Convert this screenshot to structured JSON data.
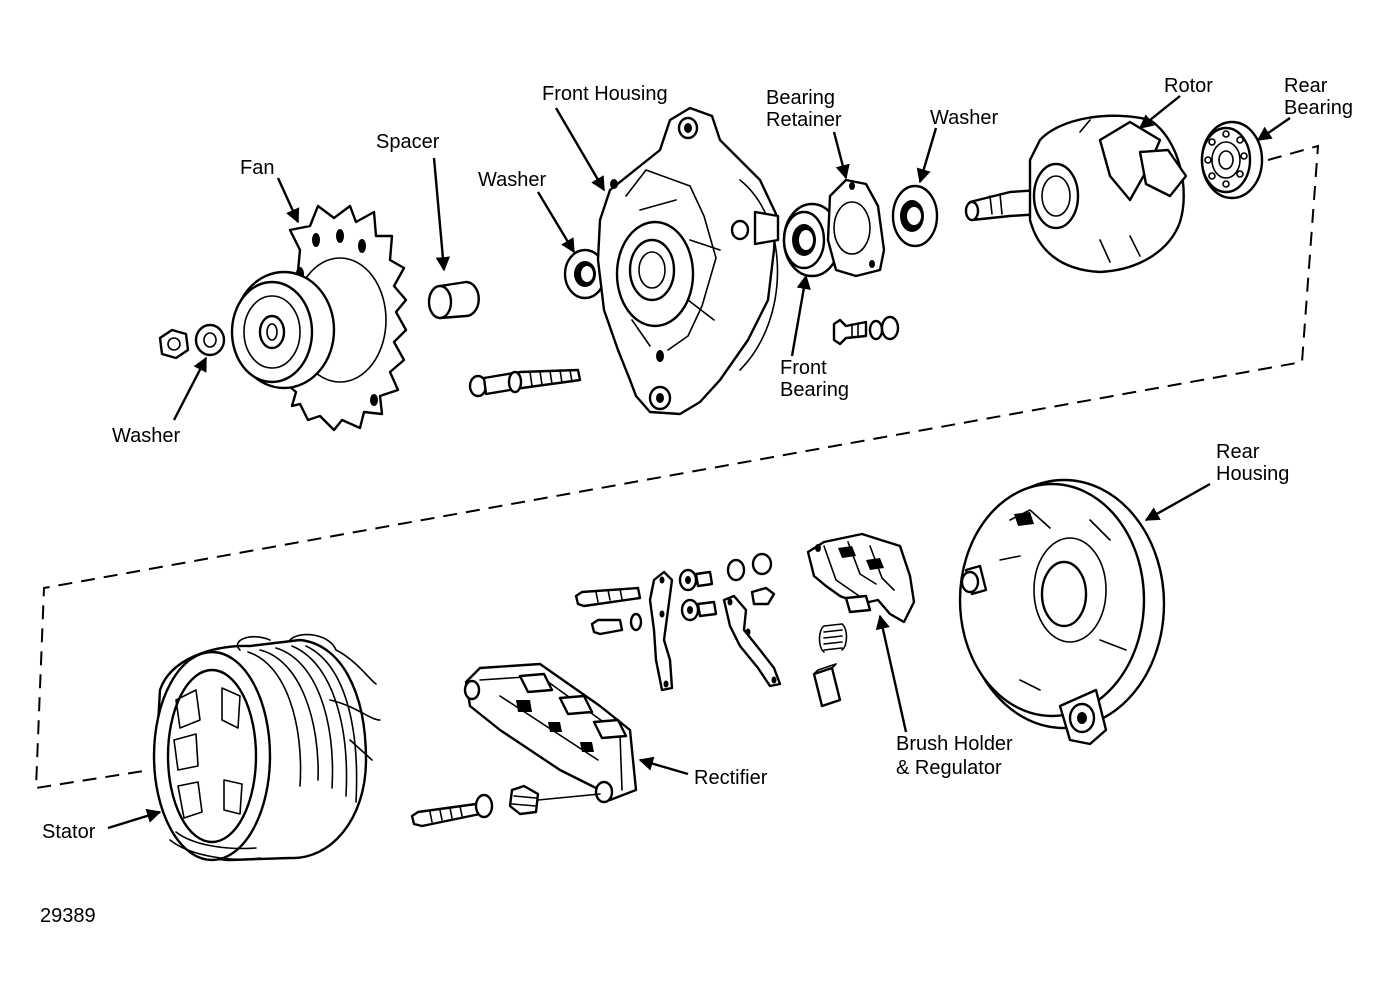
{
  "figure_number": "29389",
  "labels": {
    "fan": "Fan",
    "spacer": "Spacer",
    "washer_nut": "Washer",
    "washer_front": "Washer",
    "front_housing": "Front Housing",
    "bearing_retainer_1": "Bearing",
    "bearing_retainer_2": "Retainer",
    "washer_rotor": "Washer",
    "rotor": "Rotor",
    "rear_bearing_1": "Rear",
    "rear_bearing_2": "Bearing",
    "front_bearing_1": "Front",
    "front_bearing_2": "Bearing",
    "rear_housing_1": "Rear",
    "rear_housing_2": "Housing",
    "brush_holder_1": "Brush Holder",
    "brush_holder_2": "& Regulator",
    "rectifier": "Rectifier",
    "stator": "Stator"
  }
}
